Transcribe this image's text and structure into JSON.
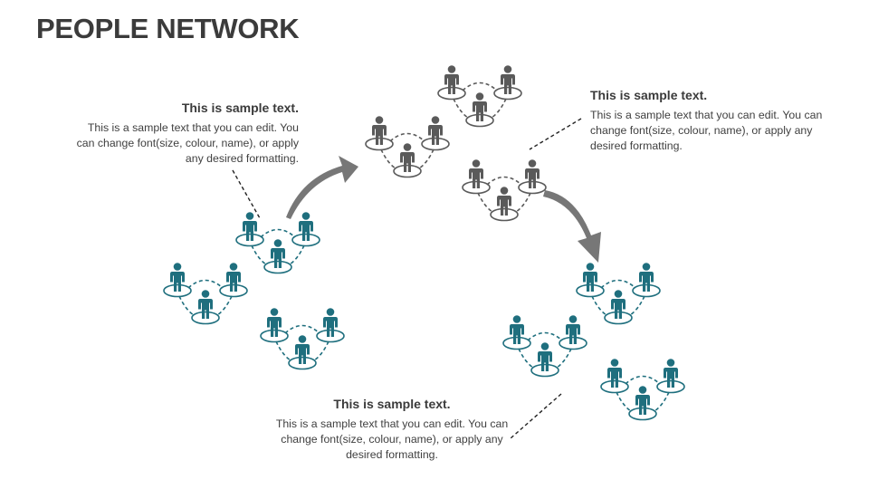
{
  "title": "PEOPLE NETWORK",
  "callouts": [
    {
      "heading": "This is sample text.",
      "body": "This is a sample text that you can edit. You can change font(size, colour, name), or apply any desired formatting."
    },
    {
      "heading": "This is sample text.",
      "body": "This is a sample text that you can edit. You can change font(size, colour, name), or apply any desired formatting."
    },
    {
      "heading": "This is sample text.",
      "body": "This is a sample text that you can edit. You can change font(size, colour, name), or apply any desired formatting."
    }
  ],
  "colors": {
    "title": "#3b3b3b",
    "teal_group": "#1f6f7e",
    "gray_group": "#5a5a5a",
    "arrow": "#767676"
  },
  "icons": [
    "person-icon",
    "curved-arrow-icon"
  ]
}
